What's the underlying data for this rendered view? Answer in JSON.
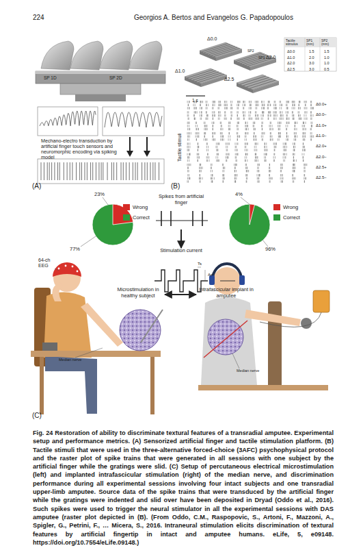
{
  "diagram": {
    "caption": "Fig. 24 Restoration of ability to discriminate textural features of a transradial amputee. Experimental setup and performance metrics. (A) Sensorized artificial finger and tactile stimulation platform. (B) Tactile stimuli that were used in the three-alternative forced-choice (3AFC) psychophysical protocol and the raster plot of spike trains that were generated in all sessions with one subject by the artificial finger while the gratings were slid. (C) Setup of percutaneous electrical microstimulation (left) and implanted intrafascicular stimulation (right) of the median nerve, and discrimination performance during all experimental sessions involving four intact subjects and one transradial upper-limb amputee. Source data of the spike trains that were transduced by the artificial finger while the gratings were indented and slid over have been deposited in Dryad (Oddo et al., 2016). Such spikes were used to trigger the neural stimulator in all the experimental sessions with DAS amputee (raster plot depicted in (B). (From Oddo, C.M., Raspopovic, S., Artoni, F., Mazzoni, A., Spigler, G., Petrini, F., … Micera, S., 2016. Intraneural stimulation elicits discrimination of textural features by artificial fingertip in intact and amputee humans. eLife, 5, e09148. https://doi.org/10.7554/eLife.09148.)",
    "nodes": [
      {
        "text": [
          "Spikes from artificial finger"
        ]
      },
      {
        "text": [
          "Stimulation current"
        ]
      },
      {
        "text": [
          "Microstimulation in healthy subject"
        ]
      },
      {
        "text": [
          "Intrafascicular implant in amputee"
        ]
      }
    ],
    "edges": [
      {
        "from": 0,
        "to": 1,
        "arrow": "to"
      },
      {
        "from": 2,
        "to": 3,
        "arrow": "both"
      }
    ],
    "labels": [
      "224",
      "Georgios A. Bertos and Evangelos G. Papadopoulos",
      "SP 1D",
      "SP 2D",
      "Mechano-electro transduction by artificial finger touch sensors and neuromorphic encoding via spiking model",
      "(A)",
      "Δ0.0",
      "Δ1.0",
      "Δ2.0",
      "Δ2.5",
      "SP2",
      "SP1",
      "1 s",
      "Tactile stimulus",
      "SP1 (mm)",
      "SP2 (mm)",
      "Δ0.0",
      "1.5",
      "1.5",
      "Δ1.0",
      "2.0",
      "1.0",
      "Δ2.0",
      "3.0",
      "1.0",
      "Δ2.5",
      "3.0",
      "0.5",
      "Δ0.0+",
      "Δ0.0−",
      "Δ1.0+",
      "Δ1.0−",
      "Δ2.0+",
      "Δ2.0−",
      "Δ2.5+",
      "Δ2.5−",
      "Tactile stimuli",
      "(B)",
      "23%",
      "77%",
      "4%",
      "96%",
      "Ts",
      "As",
      "64-ch EEG",
      "Median nerve",
      "Median nerve",
      "(C)"
    ],
    "legend": [
      {
        "text": "Wrong",
        "color": "#d62b26"
      },
      {
        "text": "Correct",
        "color": "#2f9a3c"
      },
      {
        "text": "Wrong",
        "color": "#d62b26"
      },
      {
        "text": "Correct",
        "color": "#2f9a3c"
      }
    ]
  }
}
